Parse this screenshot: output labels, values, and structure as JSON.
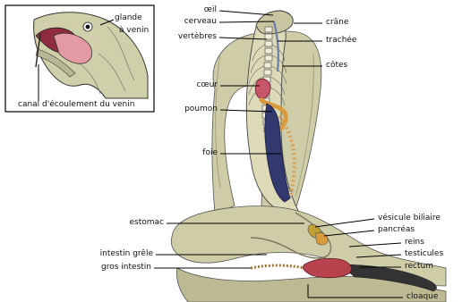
{
  "inset": {
    "labels": {
      "glande": "glande",
      "a_venin": "à venin",
      "canal": "canal d'écoulement du venin"
    }
  },
  "labels": {
    "oeil": "œil",
    "cerveau": "cerveau",
    "vertebres": "vertèbres",
    "coeur": "cœur",
    "poumon": "poumon",
    "foie": "foie",
    "estomac": "estomac",
    "intestin_grele": "intestin grêle",
    "gros_intestin": "gros intestin",
    "crane": "crâne",
    "trachee": "trachée",
    "cotes": "côtes",
    "vesicule": "vésicule biliaire",
    "pancreas": "pancréas",
    "reins": "reins",
    "testicules": "testicules",
    "rectum": "rectum",
    "cloaque": "cloaque"
  },
  "colors": {
    "skin": "#d9d6b4",
    "skin_dark": "#a9a781",
    "heart": "#c8566a",
    "lung": "#32396e",
    "organ_orange": "#d89a3c",
    "kidney": "#b8434f"
  }
}
